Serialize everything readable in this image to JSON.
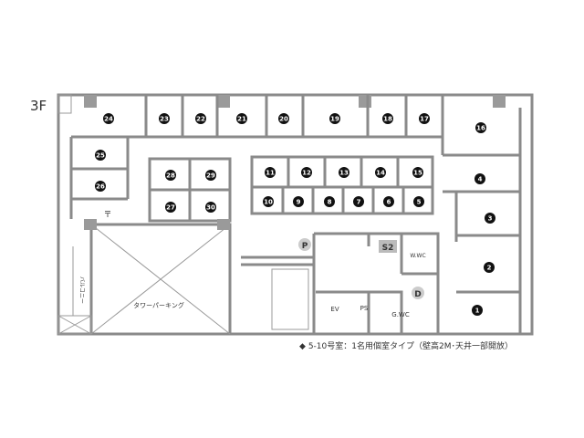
{
  "floor_label": "3F",
  "rooms": [
    "1",
    "2",
    "3",
    "4",
    "5",
    "6",
    "7",
    "8",
    "9",
    "10",
    "11",
    "12",
    "13",
    "14",
    "15",
    "16",
    "17",
    "18",
    "19",
    "20",
    "21",
    "22",
    "23",
    "24",
    "25",
    "26",
    "27",
    "28",
    "29",
    "30"
  ],
  "facilities": {
    "parking_marker": "P",
    "stair_marker": "S2",
    "women_wc": "W.WC",
    "disposal_marker": "D",
    "elevator": "EV",
    "pipe_space": "PS",
    "general_wc": "G.WC",
    "tower_parking": "タワーパーキング",
    "balcony": "バルコニー",
    "post": "〒"
  },
  "note": "◆ 5-10号室：1名用個室タイプ（壁高2M･天井一部開放）"
}
